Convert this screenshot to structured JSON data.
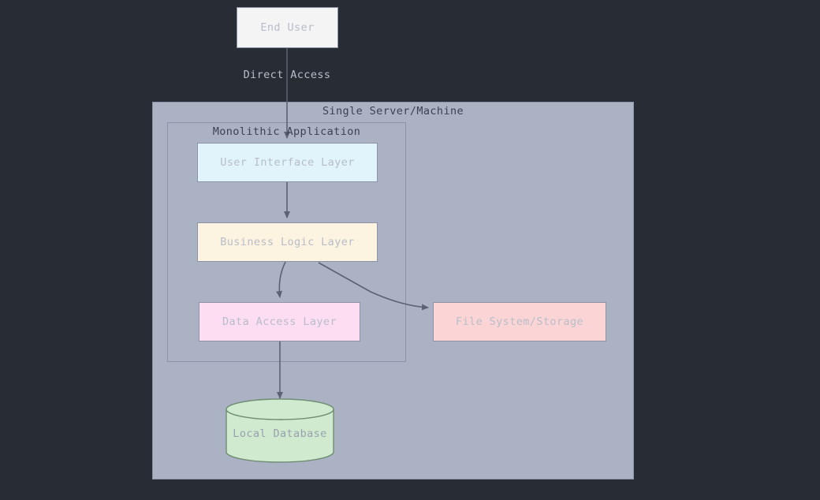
{
  "diagram": {
    "type": "flowchart",
    "direction": "top-down",
    "theme": "dark",
    "background_color": "#282c34"
  },
  "colors": {
    "page_background": "#282c34",
    "subgraph_fill": "#abb2c4",
    "subgraph_border": "#8b93a8",
    "subgraph_label_text": "#3b4252",
    "node_text": "#b8bdc9",
    "node_border": "#8b93a8",
    "edge_stroke": "#5a6273",
    "end_user_fill": "#f4f4f4",
    "ui_layer_fill": "#e1f3fb",
    "business_layer_fill": "#fcf3e0",
    "data_layer_fill": "#fcddf2",
    "file_storage_fill": "#fbd5d5",
    "database_fill": "#cfeacf",
    "database_border": "#6f8d72"
  },
  "nodes": {
    "end_user": {
      "label": "End User",
      "shape": "rect"
    },
    "ui_layer": {
      "label": "User Interface Layer",
      "shape": "rect"
    },
    "business_layer": {
      "label": "Business Logic Layer",
      "shape": "rect"
    },
    "data_layer": {
      "label": "Data Access Layer",
      "shape": "rect"
    },
    "file_storage": {
      "label": "File System/Storage",
      "shape": "rect"
    },
    "local_database": {
      "label": "Local Database",
      "shape": "cylinder"
    }
  },
  "subgraphs": {
    "single_server": {
      "label": "Single Server/Machine"
    },
    "monolithic_app": {
      "label": "Monolithic Application"
    }
  },
  "edges": [
    {
      "from": "end_user",
      "to": "ui_layer",
      "label": "Direct Access",
      "style": "arrow"
    },
    {
      "from": "ui_layer",
      "to": "business_layer",
      "label": "",
      "style": "arrow"
    },
    {
      "from": "business_layer",
      "to": "data_layer",
      "label": "",
      "style": "arrow"
    },
    {
      "from": "business_layer",
      "to": "file_storage",
      "label": "",
      "style": "arrow"
    },
    {
      "from": "data_layer",
      "to": "local_database",
      "label": "",
      "style": "arrow"
    }
  ]
}
